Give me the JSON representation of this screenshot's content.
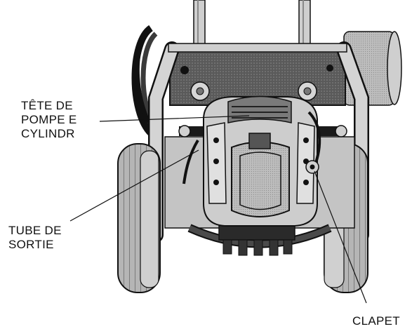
{
  "callouts": {
    "pump_head": {
      "lines": [
        "TÊTE DE",
        "POMPE E",
        "CYLINDR"
      ]
    },
    "outlet_tube": {
      "lines": [
        "TUBE DE",
        "SORTIE"
      ]
    },
    "valve": {
      "lines": [
        "CLAPET"
      ]
    }
  },
  "colors": {
    "ink": "#111111",
    "light_gray": "#c9c9c9",
    "mid_gray": "#9a9a9a",
    "dark_gray": "#4a4a4a",
    "near_black": "#1e1e1e",
    "background": "#ffffff"
  }
}
